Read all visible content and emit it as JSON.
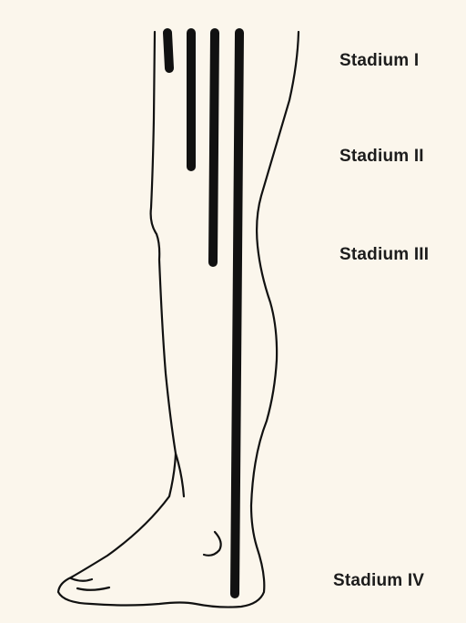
{
  "diagram": {
    "stages": [
      {
        "label": "Stadium I"
      },
      {
        "label": "Stadium II"
      },
      {
        "label": "Stadium III"
      },
      {
        "label": "Stadium IV"
      }
    ],
    "colors": {
      "background": "#fbf6ec",
      "ink": "#111111"
    }
  }
}
